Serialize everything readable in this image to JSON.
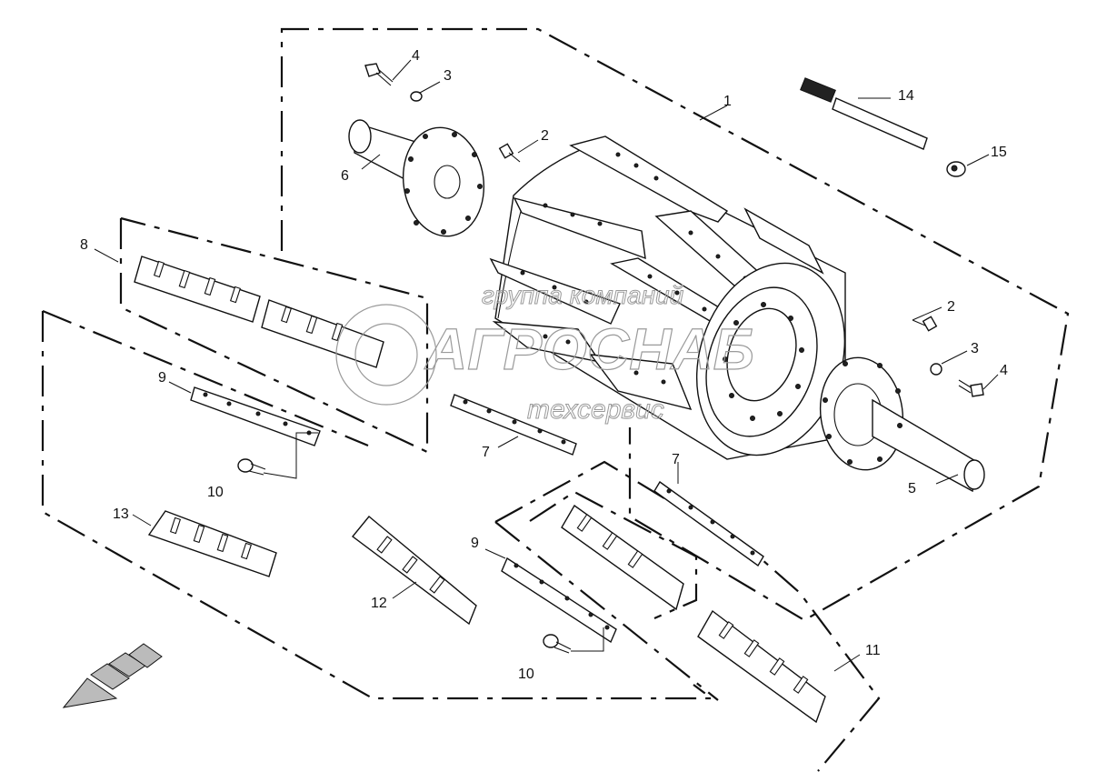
{
  "watermark": {
    "line1": "группа компаний",
    "line2": "АГРОСНАБ",
    "line3": "техсервис"
  },
  "callouts": [
    {
      "id": "c1",
      "text": "1"
    },
    {
      "id": "c2a",
      "text": "2"
    },
    {
      "id": "c2b",
      "text": "2"
    },
    {
      "id": "c3a",
      "text": "3"
    },
    {
      "id": "c3b",
      "text": "3"
    },
    {
      "id": "c4a",
      "text": "4"
    },
    {
      "id": "c4b",
      "text": "4"
    },
    {
      "id": "c5",
      "text": "5"
    },
    {
      "id": "c6",
      "text": "6"
    },
    {
      "id": "c7a",
      "text": "7"
    },
    {
      "id": "c7b",
      "text": "7"
    },
    {
      "id": "c8",
      "text": "8"
    },
    {
      "id": "c9a",
      "text": "9"
    },
    {
      "id": "c9b",
      "text": "9"
    },
    {
      "id": "c10a",
      "text": "10"
    },
    {
      "id": "c10b",
      "text": "10"
    },
    {
      "id": "c11",
      "text": "11"
    },
    {
      "id": "c12",
      "text": "12"
    },
    {
      "id": "c13",
      "text": "13"
    },
    {
      "id": "c14",
      "text": "14"
    },
    {
      "id": "c15",
      "text": "15"
    }
  ],
  "orientation_arrow": "front-direction-arrow-icon",
  "colors": {
    "line": "#111111",
    "watermark": "#9a9a9a",
    "background": "#ffffff"
  }
}
